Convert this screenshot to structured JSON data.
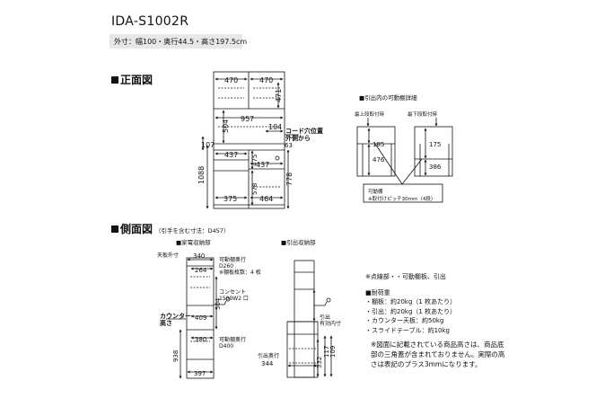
{
  "header": {
    "model": "IDA-S1002R",
    "specs": "外寸：幅100・奥行44.5・高さ197.5cm"
  },
  "front": {
    "title": "正面図",
    "dims": {
      "top_left_w": "470",
      "top_right_w": "470",
      "upper_h": "471",
      "inner_w": "957",
      "cord_w": "104",
      "mid_h": "504",
      "cord_label": "コード穴位置\n外側から",
      "cord_offset": "63",
      "left_offset": "107",
      "drawer_w_left": "437",
      "drawer_h": "475",
      "drawer_w_right": "437",
      "total_h": "1088",
      "lower_h": "578",
      "right_h": "778",
      "bottom_left_w": "375",
      "bottom_right_w": "464"
    }
  },
  "shelf_detail": {
    "title": "引出内の可動棚詳細",
    "left_label": "最上段取付時",
    "right_label": "最下段取付時",
    "left_top": "185",
    "left_bottom": "476",
    "right_top": "175",
    "right_bottom": "386",
    "movable_label": "可動棚",
    "pitch_label": "※取付けピッチ30mm（4段）"
  },
  "side": {
    "title": "側面図",
    "subtitle": "（引手を含む寸法：D457）",
    "left_heading": "家電収納部",
    "right_heading": "引出収納部",
    "top_plate": "天板外寸",
    "d340": "340",
    "d264": "264",
    "shelf_depth_label": "可動棚奥行\nD260",
    "shelf_count": "※棚板枚数：4 枚",
    "outlet": "コンセント\n1500W2 口",
    "d409": "409",
    "d504": "504",
    "counter": "カウンター\n高さ",
    "d380": "380",
    "rail_depth": "可動棚奥行\nD400",
    "d938": "938",
    "d397": "397",
    "drawer_depth_label": "引出\n有効内寸",
    "drawer_outer": "引出奥行",
    "d344": "344",
    "d332": "332",
    "d117": "117",
    "d109": "109"
  },
  "notes": {
    "legend": "※点線部・・可動棚板、引出",
    "load_title": "■耐荷重",
    "loads": [
      "・棚板：約20kg（1 枚あたり）",
      "・引出：約20kg（1 枚あたり）",
      "・カウンター天板：約50kg",
      "・スライドテーブル：約10kg"
    ],
    "footnote": "※図面に記載されている商品高さは、商品底部の三角蓋が含まれておりません。実際の高さは表記のプラス3mmになります。"
  }
}
